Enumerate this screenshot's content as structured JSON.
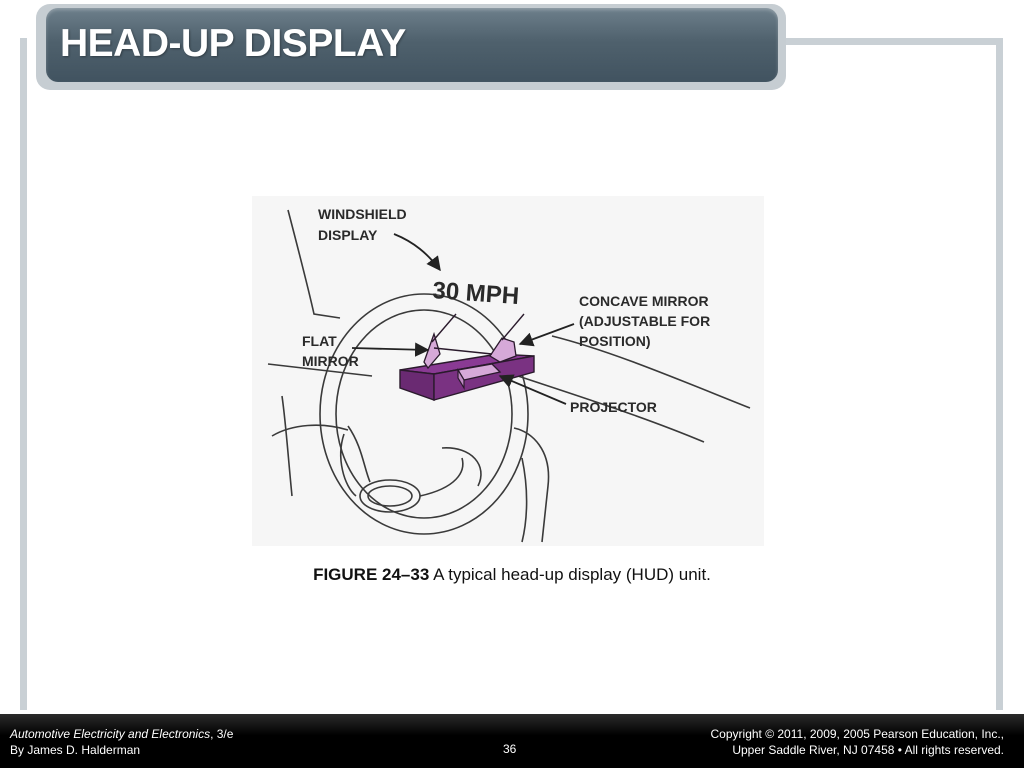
{
  "slide": {
    "title": "HEAD-UP DISPLAY"
  },
  "figure": {
    "labels": {
      "windshield_line1": "WINDSHIELD",
      "windshield_line2": "DISPLAY",
      "speed": "30 MPH",
      "concave_line1": "CONCAVE MIRROR",
      "concave_line2": "(ADJUSTABLE FOR",
      "concave_line3": "POSITION)",
      "flat_line1": "FLAT",
      "flat_line2": "MIRROR",
      "projector": "PROJECTOR"
    },
    "colors": {
      "projector_base": "#8a3a94",
      "mirror": "#d6a9d8",
      "line": "#3a3a3a"
    }
  },
  "caption": {
    "figure_number": "FIGURE 24–33",
    "text": " A typical head-up display (HUD) unit."
  },
  "footer": {
    "book_title": "Automotive Electricity and Electronics",
    "edition": ", 3/e",
    "author": "By James D. Halderman",
    "page_number": "36",
    "copyright_line1": "Copyright © 2011, 2009, 2005 Pearson Education, Inc.,",
    "copyright_line2": "Upper Saddle River, NJ 07458 • All rights reserved."
  }
}
